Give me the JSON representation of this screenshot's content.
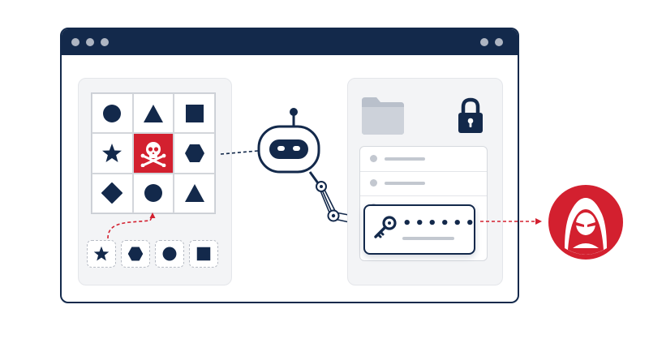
{
  "illustration": {
    "colors": {
      "navy": "#13294b",
      "danger_red": "#d3202f",
      "panel_gray": "#f3f4f6",
      "muted_gray": "#c3c8d0"
    },
    "browser_window": {
      "left_controls": [
        "window-dot",
        "window-dot",
        "window-dot"
      ],
      "right_controls": [
        "window-dot",
        "window-dot"
      ]
    },
    "puzzle_grid": {
      "cells": [
        {
          "icon": "circle-icon"
        },
        {
          "icon": "triangle-icon"
        },
        {
          "icon": "square-icon"
        },
        {
          "icon": "star-icon"
        },
        {
          "icon": "skull-crossbones-icon",
          "highlighted": true
        },
        {
          "icon": "hexagon-icon"
        },
        {
          "icon": "diamond-icon"
        },
        {
          "icon": "circle-icon"
        },
        {
          "icon": "triangle-icon"
        }
      ],
      "selected_cell": "skull-crossbones-icon"
    },
    "shape_tray": [
      "star-icon",
      "hexagon-icon",
      "circle-icon",
      "square-icon"
    ],
    "agent": "robot-icon",
    "vault": {
      "icons": [
        "folder-icon",
        "padlock-icon"
      ],
      "list_rows": 3,
      "credential": {
        "masked_value": "••••••",
        "icon": "key-icon"
      }
    },
    "recipient": "hacker-icon"
  }
}
